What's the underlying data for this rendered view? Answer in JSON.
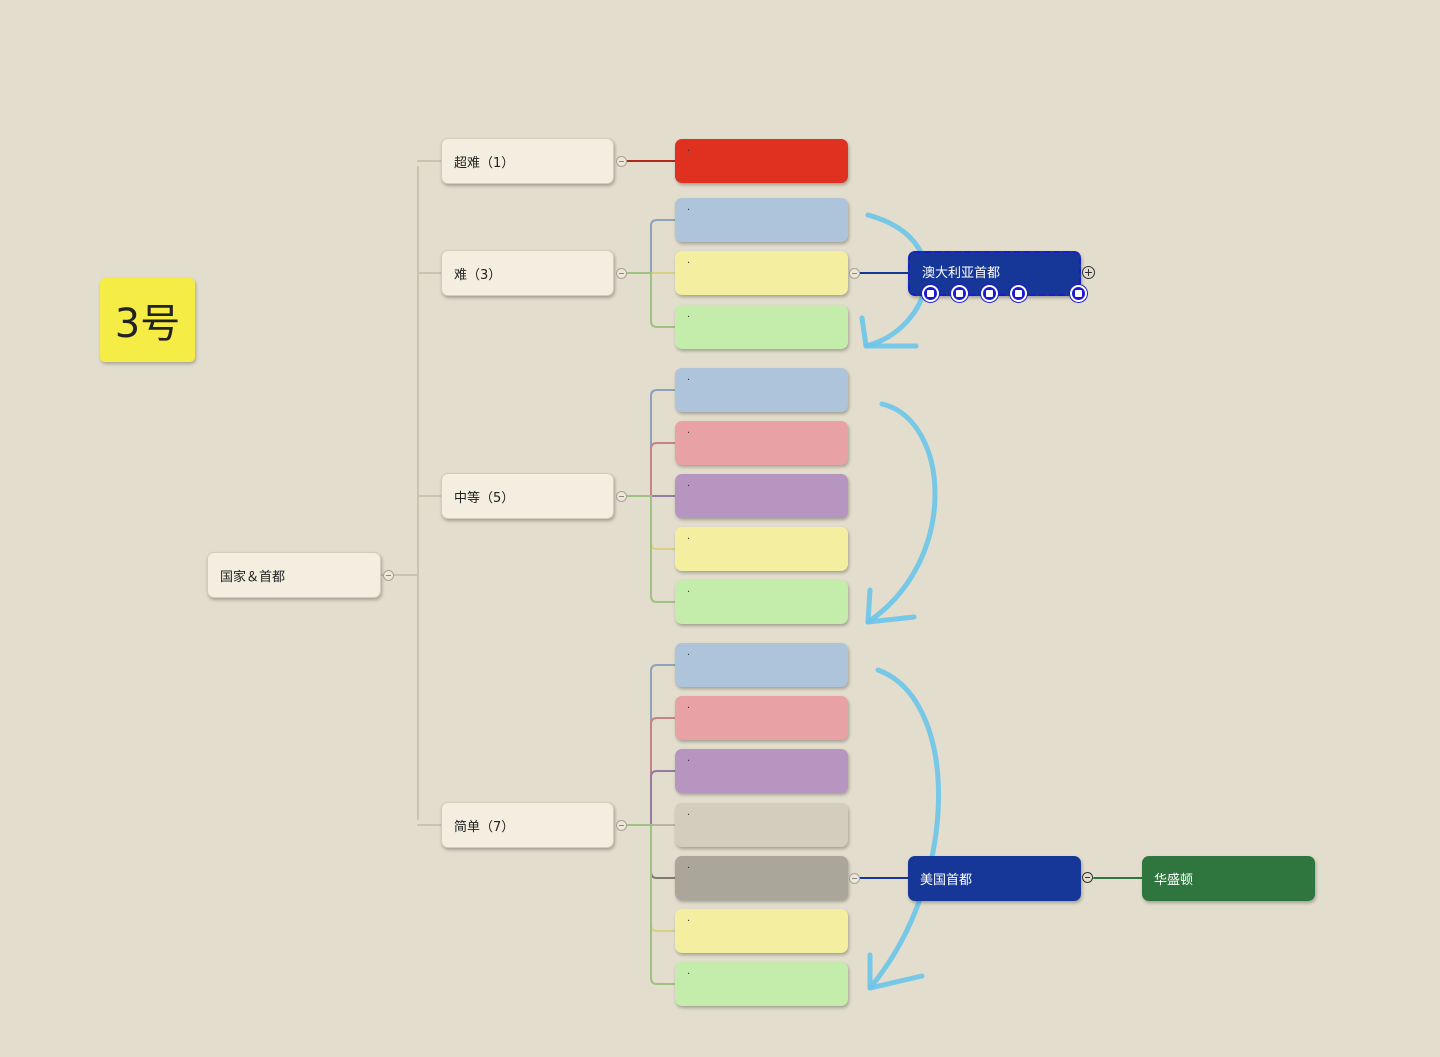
{
  "sticky": {
    "label": "3号"
  },
  "root": {
    "label": "国家＆首都"
  },
  "groups": [
    {
      "id": "super-hard",
      "label": "超难（1）",
      "leaves": [
        "red"
      ]
    },
    {
      "id": "hard",
      "label": "难（3）",
      "leaves": [
        "blue",
        "yellow",
        "green"
      ]
    },
    {
      "id": "medium",
      "label": "中等（5）",
      "leaves": [
        "blue",
        "pink",
        "purple",
        "yellow",
        "green"
      ]
    },
    {
      "id": "easy",
      "label": "简单（7）",
      "leaves": [
        "blue",
        "pink",
        "purple",
        "beige",
        "gray",
        "yellow",
        "green"
      ]
    }
  ],
  "leaf_placeholder": "·",
  "selected_node": {
    "label": "澳大利亚首都",
    "toolbar_icons": [
      "comment-icon",
      "link-icon",
      "save-icon",
      "branch-icon",
      "style-icon"
    ]
  },
  "usa_node": {
    "label": "美国首都"
  },
  "washington_node": {
    "label": "华盛顿"
  },
  "colors": {
    "background": "#e2ddcd",
    "red": "#e03020",
    "blue": "#aec4da",
    "yellow": "#f4eea1",
    "green": "#c4ecab",
    "pink": "#e8a1a5",
    "purple": "#b695c1",
    "beige": "#d2cdbd",
    "gray": "#aaa69a",
    "navy": "#163797",
    "dark_green": "#2f763e",
    "sticky_yellow": "#f5ec46",
    "arrow_blue": "#6cc4ea",
    "selection_blue": "#1c1ad0"
  }
}
